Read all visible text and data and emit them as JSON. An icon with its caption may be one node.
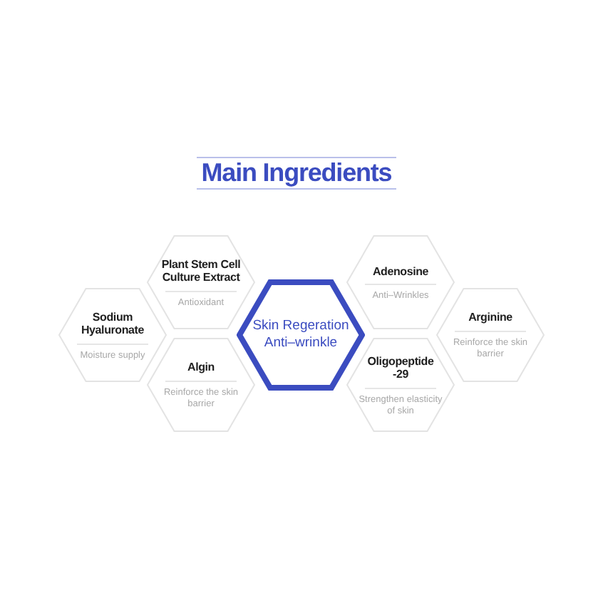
{
  "diagram": {
    "title": "Main Ingredients",
    "nodes": [
      {
        "text": [
          "Plant Stem Cell Culture Extract",
          "Antioxidant"
        ]
      },
      {
        "text": [
          "Adenosine",
          "Anti–Wrinkles"
        ]
      },
      {
        "text": [
          "Sodium Hyaluronate",
          "Moisture supply"
        ]
      },
      {
        "text": [
          "Skin Regeration",
          "Anti–wrinkle"
        ]
      },
      {
        "text": [
          "Arginine",
          "Reinforce the skin barrier"
        ]
      },
      {
        "text": [
          "Algin",
          "Reinforce the skin barrier"
        ]
      },
      {
        "text": [
          "Oligopeptide -29",
          "Strengthen elasticity of skin"
        ]
      }
    ]
  }
}
